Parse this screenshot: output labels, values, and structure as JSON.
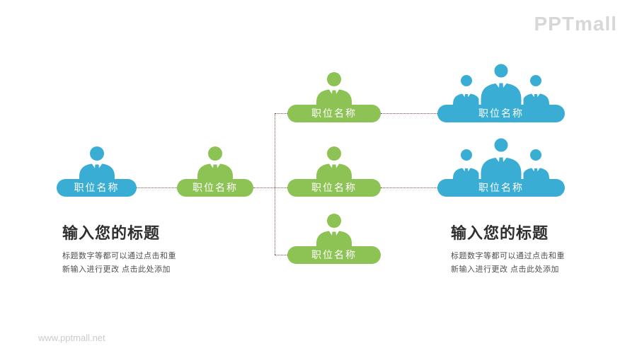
{
  "logo": {
    "text": "PPTmall"
  },
  "watermark": {
    "text": "www.pptmall.net"
  },
  "colors": {
    "green": "#8dc355",
    "blue": "#3aadd4",
    "connector": "#7a4a44",
    "title": "#2e2e2e",
    "body": "#4f4f4f",
    "logo": "#d7d7d7",
    "watermark": "#cbcbcb"
  },
  "nodes": [
    {
      "id": "left-blue-single",
      "type": "single-person",
      "color": "blue",
      "label": "职位名称"
    },
    {
      "id": "mid-green-single",
      "type": "single-person",
      "color": "green",
      "label": "职位名称"
    },
    {
      "id": "branch-green-top",
      "type": "single-person",
      "color": "green",
      "label": "职位名称"
    },
    {
      "id": "branch-green-mid",
      "type": "single-person",
      "color": "green",
      "label": "职位名称"
    },
    {
      "id": "branch-green-bottom",
      "type": "single-person",
      "color": "green",
      "label": "职位名称"
    },
    {
      "id": "right-blue-group-top",
      "type": "group",
      "color": "blue",
      "label": "职位名称"
    },
    {
      "id": "right-blue-group-mid",
      "type": "group",
      "color": "blue",
      "label": "职位名称"
    }
  ],
  "text_blocks": {
    "left": {
      "title": "输入您的标题",
      "line1": "标题数字等都可以通过点击和重",
      "line2": "新输入进行更改 点击此处添加"
    },
    "right": {
      "title": "输入您的标题",
      "line1": "标题数字等都可以通过点击和重",
      "line2": "新输入进行更改 点击此处添加"
    }
  }
}
